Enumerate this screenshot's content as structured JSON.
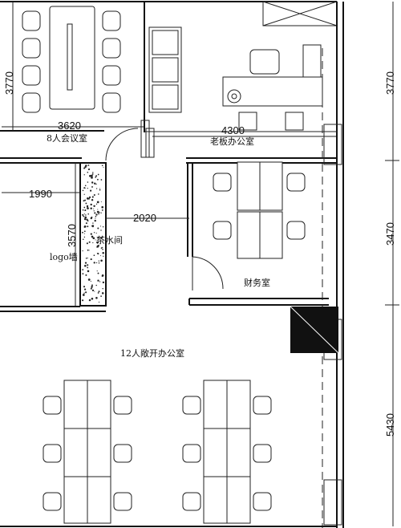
{
  "rooms": {
    "meeting": "8人会议室",
    "boss": "老板办公室",
    "tea": "茶水间",
    "logo": "logo墙",
    "finance": "财务室",
    "open": "12人敞开办公室"
  },
  "dimensions": {
    "meeting_height": "3770",
    "meeting_width": "3620",
    "boss_width": "4300",
    "right_upper": "3770",
    "right_middle": "3470",
    "right_lower": "5430",
    "left_offset": "1990",
    "tea_height": "3570",
    "tea_width": "2020"
  }
}
